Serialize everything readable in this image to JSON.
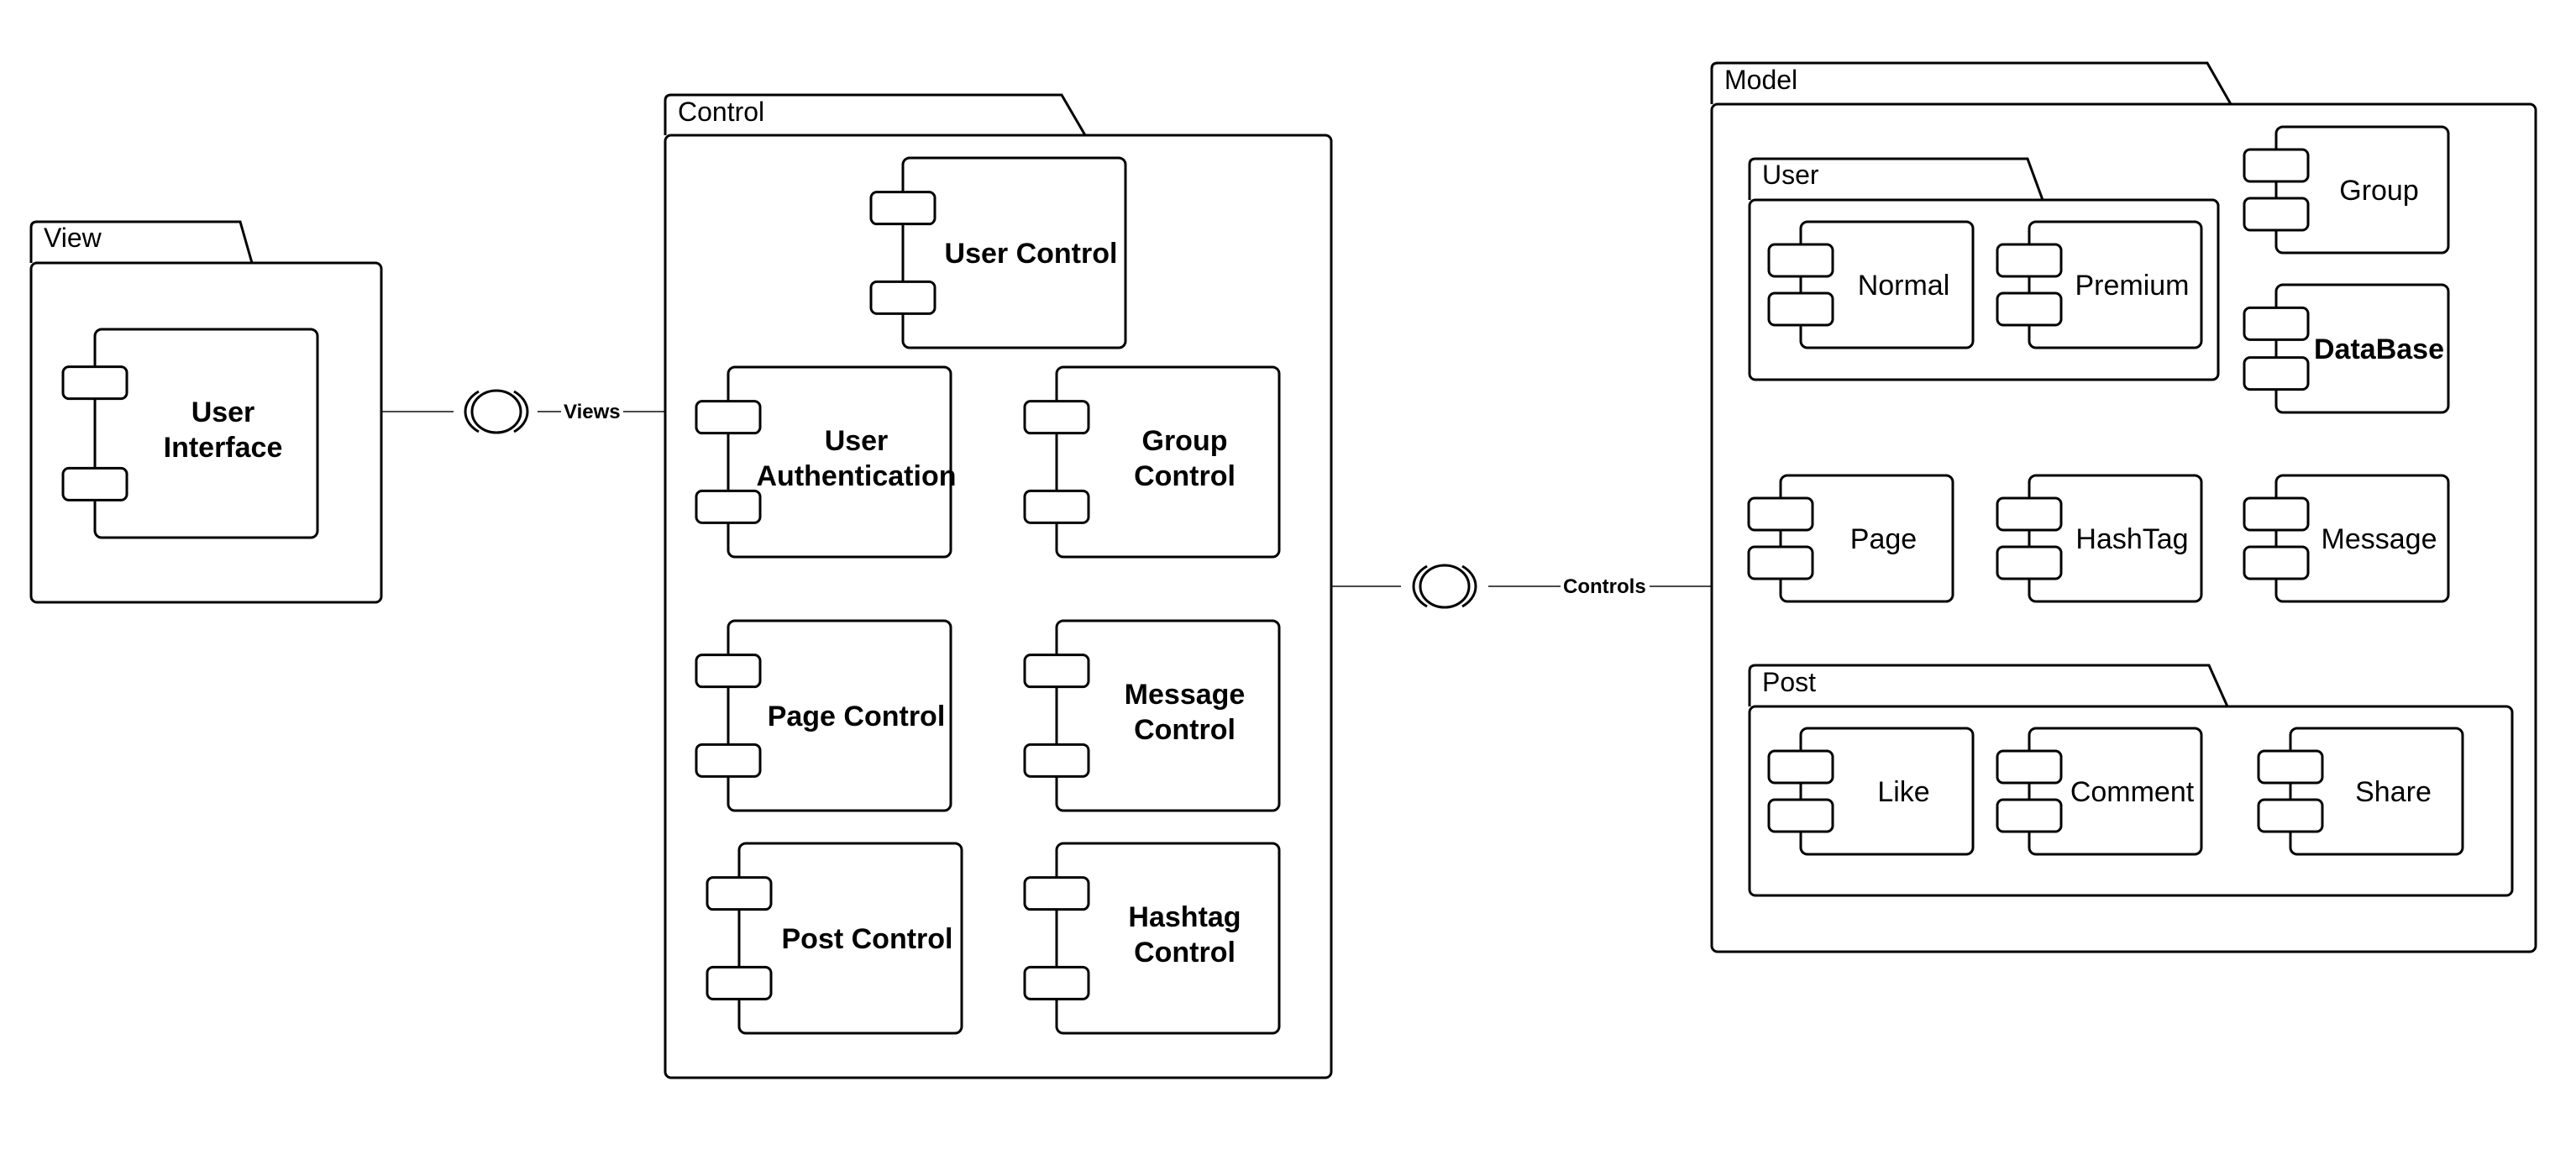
{
  "packages": {
    "view": {
      "label": "View"
    },
    "control": {
      "label": "Control"
    },
    "model": {
      "label": "Model"
    },
    "user": {
      "label": "User"
    },
    "post": {
      "label": "Post"
    }
  },
  "components": {
    "user_interface": {
      "line1": "User",
      "line2": "Interface"
    },
    "user_control": {
      "line1": "User Control"
    },
    "user_authentication": {
      "line1": "User",
      "line2": "Authentication"
    },
    "group_control": {
      "line1": "Group",
      "line2": "Control"
    },
    "page_control": {
      "line1": "Page Control"
    },
    "message_control": {
      "line1": "Message",
      "line2": "Control"
    },
    "post_control": {
      "line1": "Post Control"
    },
    "hashtag_control": {
      "line1": "Hashtag",
      "line2": "Control"
    },
    "normal": {
      "line1": "Normal"
    },
    "premium": {
      "line1": "Premium"
    },
    "group": {
      "line1": "Group"
    },
    "database": {
      "line1": "DataBase"
    },
    "page": {
      "line1": "Page"
    },
    "hashtag": {
      "line1": "HashTag"
    },
    "message": {
      "line1": "Message"
    },
    "like": {
      "line1": "Like"
    },
    "comment": {
      "line1": "Comment"
    },
    "share": {
      "line1": "Share"
    }
  },
  "connectors": {
    "views": {
      "label": "Views"
    },
    "controls": {
      "label": "Controls"
    }
  },
  "colors": {
    "stroke": "#000000",
    "fill": "#ffffff",
    "connector": "#4a4a4a"
  }
}
